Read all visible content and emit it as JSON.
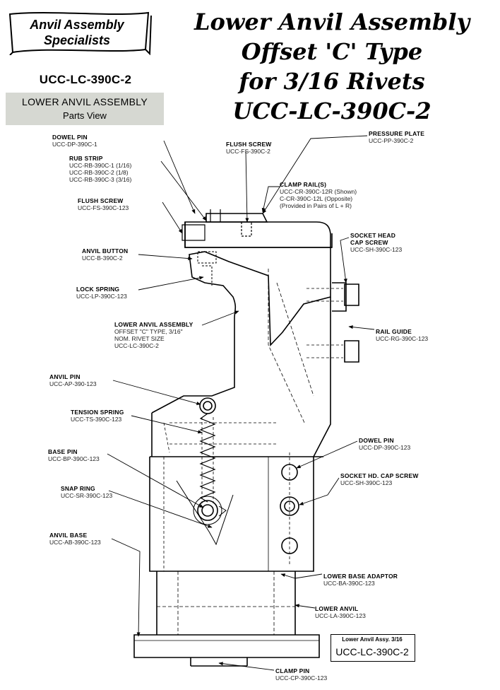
{
  "banner": {
    "line1": "Anvil Assembly",
    "line2": "Specialists"
  },
  "part_number": "UCC-LC-390C-2",
  "gray_box": {
    "line1": "LOWER ANVIL ASSEMBLY",
    "line2": "Parts View"
  },
  "title": {
    "line1": "Lower Anvil Assembly",
    "line2": "Offset 'C' Type",
    "line3": "for 3/16 Rivets",
    "line4": "UCC-LC-390C-2"
  },
  "labels": {
    "dowel_pin_top": {
      "name": "DOWEL PIN",
      "part": "UCC-DP-390C-1"
    },
    "rub_strip": {
      "name": "RUB STRIP",
      "p1": "UCC-RB-390C-1 (1/16)",
      "p2": "UCC-RB-390C-2 (1/8)",
      "p3": "UCC-RB-390C-3 (3/16)"
    },
    "flush_screw_left": {
      "name": "FLUSH SCREW",
      "part": "UCC-FS-390C-123"
    },
    "flush_screw_top": {
      "name": "FLUSH SCREW",
      "part": "UCC-FS-390C-2"
    },
    "pressure_plate": {
      "name": "PRESSURE PLATE",
      "part": "UCC-PP-390C-2"
    },
    "clamp_rails": {
      "name": "CLAMP RAIL(S)",
      "p1": "UCC-CR-390C-12R (Shown)",
      "p2": "C-CR-390C-12L (Opposite)",
      "p3": "(Provided in Pairs of L + R)"
    },
    "socket_head": {
      "name1": "SOCKET HEAD",
      "name2": "CAP SCREW",
      "part": "UCC-SH-390C-123"
    },
    "anvil_button": {
      "name": "ANVIL BUTTON",
      "part": "UCC-B-390C-2"
    },
    "lock_spring": {
      "name": "LOCK SPRING",
      "part": "UCC-LP-390C-123"
    },
    "lower_anvil_assembly": {
      "name": "LOWER ANVIL ASSEMBLY",
      "l1": "OFFSET \"C\" TYPE, 3/16\"",
      "l2": "NOM. RIVET SIZE",
      "part": "UCC-LC-390C-2"
    },
    "rail_guide": {
      "name": "RAIL GUIDE",
      "part": "UCC-RG-390C-123"
    },
    "anvil_pin": {
      "name": "ANVIL PIN",
      "part": "UCC-AP-390-123"
    },
    "tension_spring": {
      "name": "TENSION SPRING",
      "part": "UCC-TS-390C-123"
    },
    "dowel_pin_right": {
      "name": "DOWEL PIN",
      "part": "UCC-DP-390C-123"
    },
    "base_pin": {
      "name": "BASE PIN",
      "part": "UCC-BP-390C-123"
    },
    "socket_hd_cap": {
      "name": "SOCKET HD. CAP SCREW",
      "part": "UCC-SH-390C-123"
    },
    "snap_ring": {
      "name": "SNAP RING",
      "part": "UCC-SR-390C-123"
    },
    "anvil_base": {
      "name": "ANVIL BASE",
      "part": "UCC-AB-390C-123"
    },
    "lower_base_adaptor": {
      "name": "LOWER BASE ADAPTOR",
      "part": "UCC-BA-390C-123"
    },
    "lower_anvil": {
      "name": "LOWER ANVIL",
      "part": "UCC-LA-390C-123"
    },
    "clamp_pin": {
      "name": "CLAMP PIN",
      "part": "UCC-CP-390C-123"
    }
  },
  "bottom_box": {
    "line1": "Lower Anvil Assy. 3/16",
    "line2": "UCC-LC-390C-2"
  }
}
